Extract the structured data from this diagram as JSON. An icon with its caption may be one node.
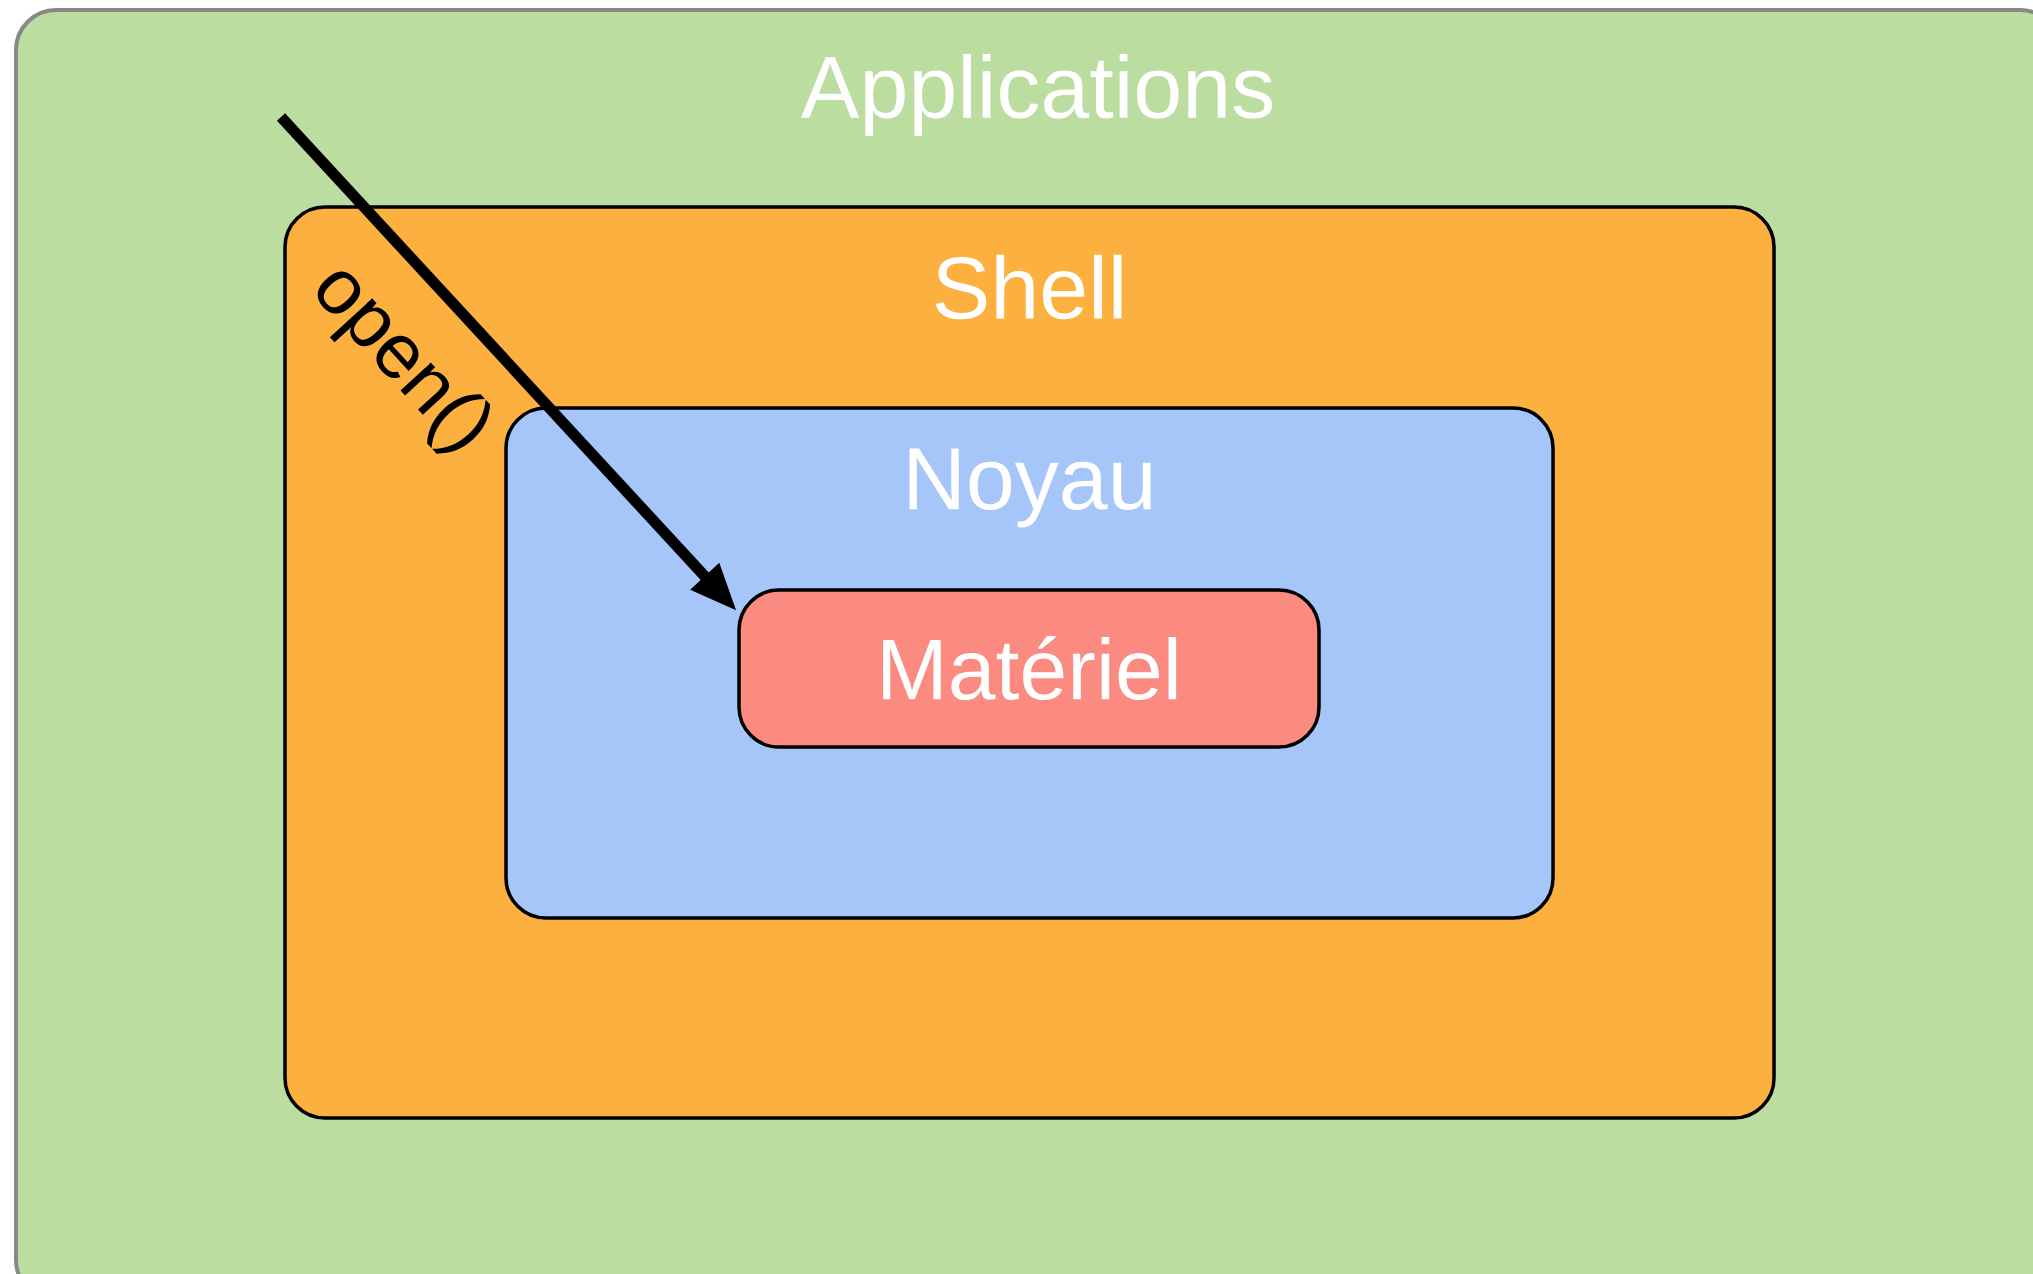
{
  "diagram": {
    "nodes": [
      {
        "text": [
          "Applications"
        ]
      },
      {
        "text": [
          "Shell"
        ],
        "in": 0
      },
      {
        "text": [
          "Noyau"
        ],
        "in": 1
      },
      {
        "text": [
          "Matériel"
        ],
        "in": 2
      }
    ],
    "edges": [
      {
        "from": null,
        "to": 3,
        "arrow": "to",
        "label": "open()"
      }
    ]
  }
}
